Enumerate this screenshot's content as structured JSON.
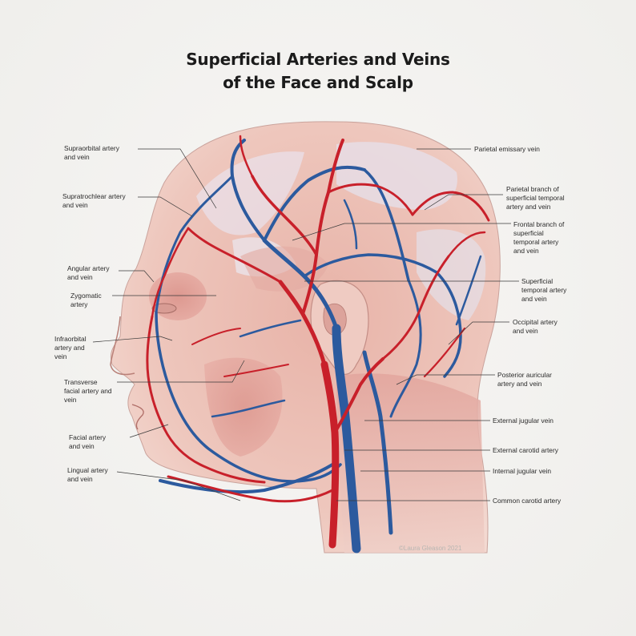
{
  "title": {
    "line1": "Superficial Arteries and Veins",
    "line2": "of the Face and Scalp"
  },
  "labels": {
    "left": [
      "Supraorbital artery\nand vein",
      "Supratrochlear artery\nand vein",
      "Angular artery\nand vein",
      "Zygomatic\nartery",
      "Infraorbital\nartery and\nvein",
      "Transverse\nfacial artery and\nvein",
      "Facial artery\nand vein",
      "Lingual artery\nand vein"
    ],
    "right": [
      "Parietal emissary vein",
      "Parietal branch of\nsuperficial temporal\nartery and vein",
      "Frontal branch of\nsuperficial\ntemporal artery\nand vein",
      "Superficial\ntemporal artery\nand vein",
      "Occipital artery\nand vein",
      "Posterior auricular\nartery and vein",
      "External jugular vein",
      "External carotid artery",
      "Internal jugular vein",
      "Common carotid artery"
    ]
  },
  "credit": "©Laura Gleason 2021",
  "colors": {
    "artery": "#c8202a",
    "vein": "#2c5a9e",
    "skin": "#ecc3b8",
    "muscle": "#dc9a92",
    "skull": "#e4dde4"
  }
}
